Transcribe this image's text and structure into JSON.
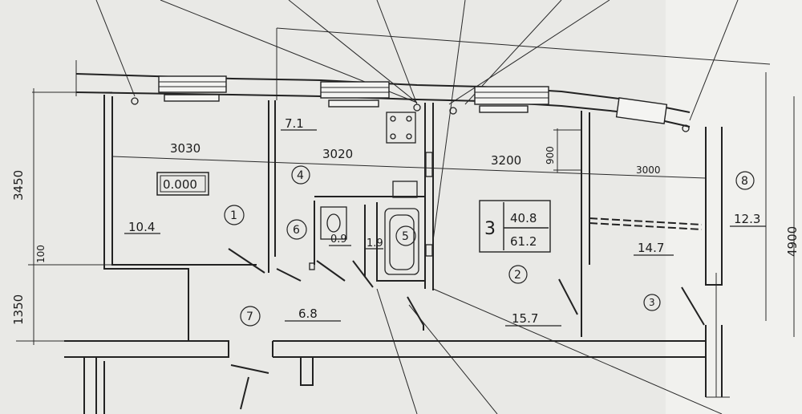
{
  "plan": {
    "dimensions": {
      "room1_width": "3030",
      "room4_width": "3020",
      "room2_width": "3200",
      "room3_width": "3000",
      "left_height": "3450",
      "left_height_lower": "1350",
      "left_small": "100",
      "window_depth": "900",
      "right_height": "4900"
    },
    "level_mark": "0.000",
    "rooms": [
      {
        "number": "1",
        "area": "10.4"
      },
      {
        "number": "2",
        "area": "15.7"
      },
      {
        "number": "3",
        "area": "14.7"
      },
      {
        "number": "4",
        "area": "7.1"
      },
      {
        "number": "5",
        "area": "1.9"
      },
      {
        "number": "6",
        "area": "0.9"
      },
      {
        "number": "7",
        "area": "6.8"
      },
      {
        "number": "8",
        "area": "12.3"
      }
    ],
    "apartment": {
      "rooms_count": "3",
      "living_area": "40.8",
      "total_area": "61.2"
    }
  }
}
